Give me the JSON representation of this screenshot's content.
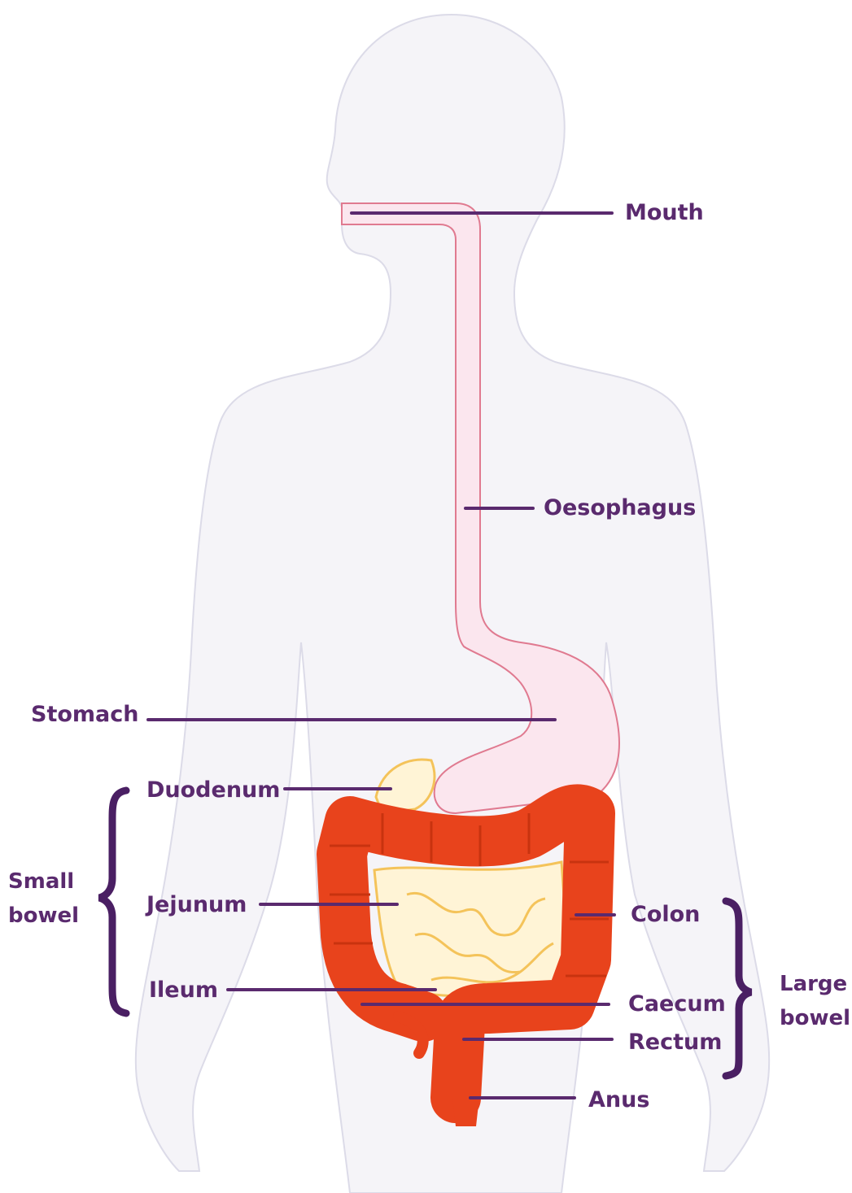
{
  "colors": {
    "body_fill": "#f5f4f8",
    "body_outline": "#dcdbe8",
    "tract_outline": "#e07a90",
    "tract_fill": "#fbe6ee",
    "small_bowel_fill": "#fff4d6",
    "small_bowel_outline": "#f4c35a",
    "colon": "#e8431c",
    "label_text": "#5a2a6e",
    "leader_line": "#5a2a6e",
    "brace": "#4a1f63"
  },
  "labels": {
    "mouth": "Mouth",
    "oesophagus": "Oesophagus",
    "stomach": "Stomach",
    "duodenum": "Duodenum",
    "jejunum": "Jejunum",
    "ileum": "Ileum",
    "colon": "Colon",
    "caecum": "Caecum",
    "rectum": "Rectum",
    "anus": "Anus"
  },
  "groups": {
    "small_bowel": [
      "Small",
      "bowel"
    ],
    "large_bowel": [
      "Large",
      "bowel"
    ]
  },
  "icons": [
    "body-silhouette",
    "digestive-tract"
  ]
}
